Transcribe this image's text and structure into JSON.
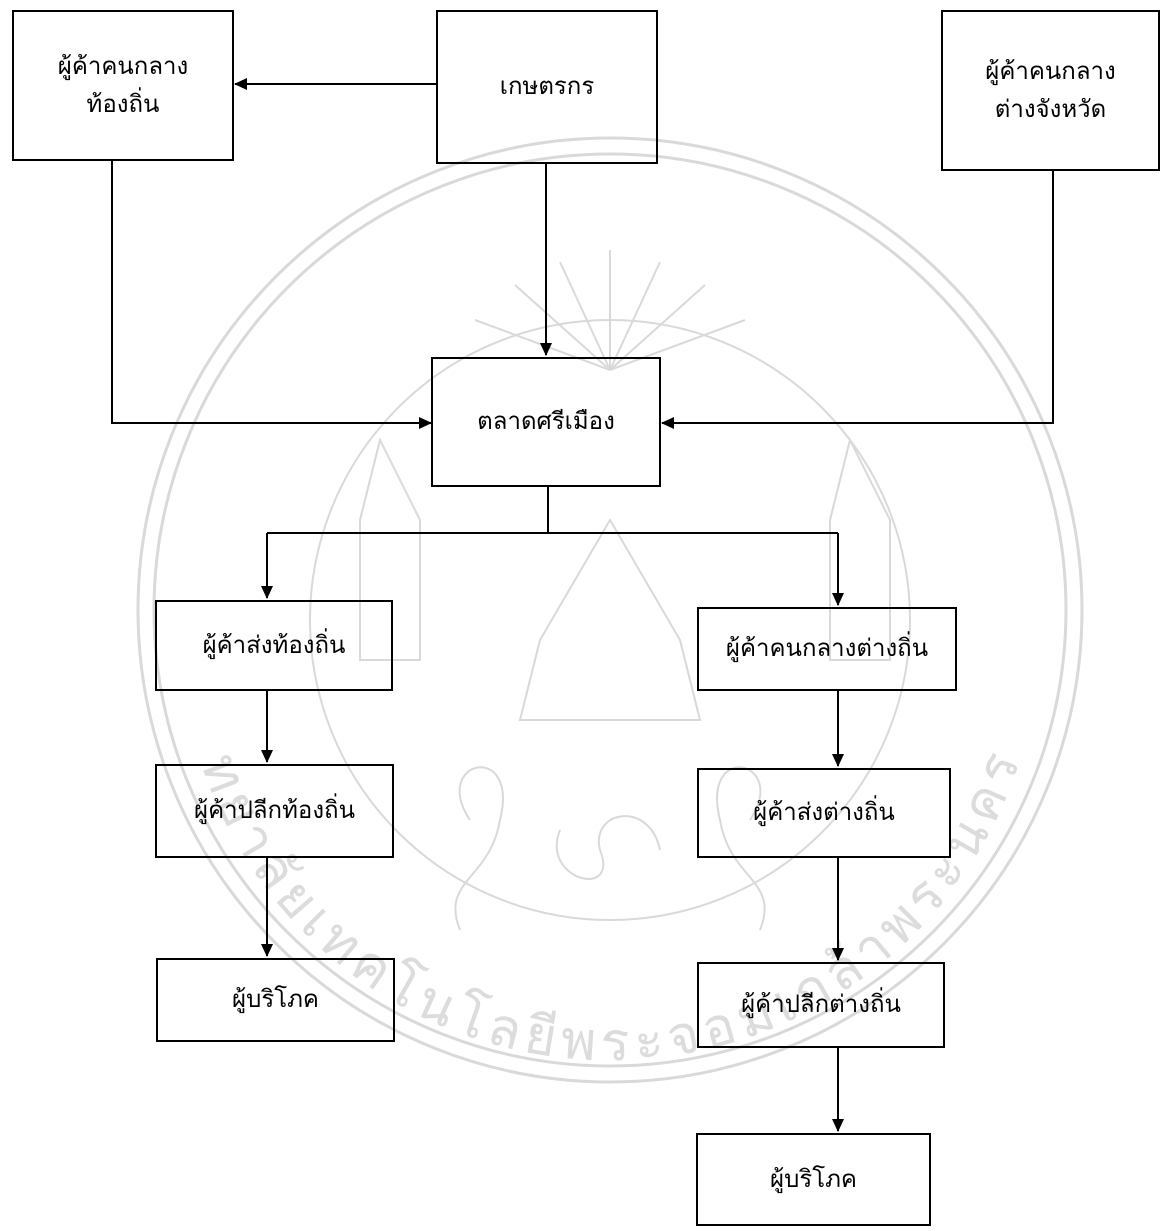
{
  "diagram": {
    "nodes": {
      "local_middleman": {
        "lines": [
          "ผู้ค้าคนกลาง",
          "ท้องถิ่น"
        ]
      },
      "farmer": {
        "lines": [
          "เกษตรกร"
        ]
      },
      "provincial_middleman": {
        "lines": [
          "ผู้ค้าคนกลาง",
          "ต่างจังหวัด"
        ]
      },
      "srimuang_market": {
        "lines": [
          "ตลาดศรีเมือง"
        ]
      },
      "local_wholesaler": {
        "lines": [
          "ผู้ค้าส่งท้องถิ่น"
        ]
      },
      "outside_middleman": {
        "lines": [
          "ผู้ค้าคนกลางต่างถิ่น"
        ]
      },
      "local_retailer": {
        "lines": [
          "ผู้ค้าปลีกท้องถิ่น"
        ]
      },
      "outside_wholesaler": {
        "lines": [
          "ผู้ค้าส่งต่างถิ่น"
        ]
      },
      "consumer_local": {
        "lines": [
          "ผู้บริโภค"
        ]
      },
      "outside_retailer": {
        "lines": [
          "ผู้ค้าปลีกต่างถิ่น"
        ]
      },
      "consumer_outside": {
        "lines": [
          "ผู้บริโภค"
        ]
      }
    },
    "watermark": {
      "lines": [
        "มหาวิทยาลัยเทคโนโลยีพระจอมเกล้าพระนครเหนือ"
      ]
    }
  }
}
